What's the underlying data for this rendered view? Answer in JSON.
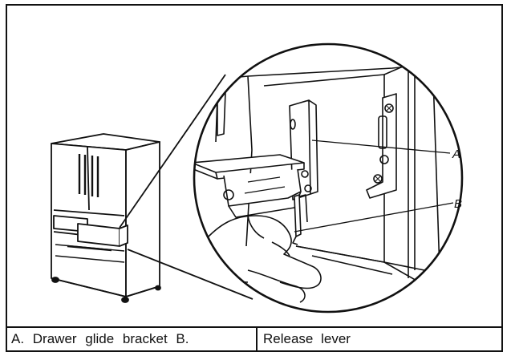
{
  "callouts": {
    "a": "A",
    "b": "B"
  },
  "caption": {
    "left": "A. Drawer glide bracket B.",
    "right": "Release lever"
  },
  "colors": {
    "line": "#111111",
    "background": "#ffffff"
  }
}
